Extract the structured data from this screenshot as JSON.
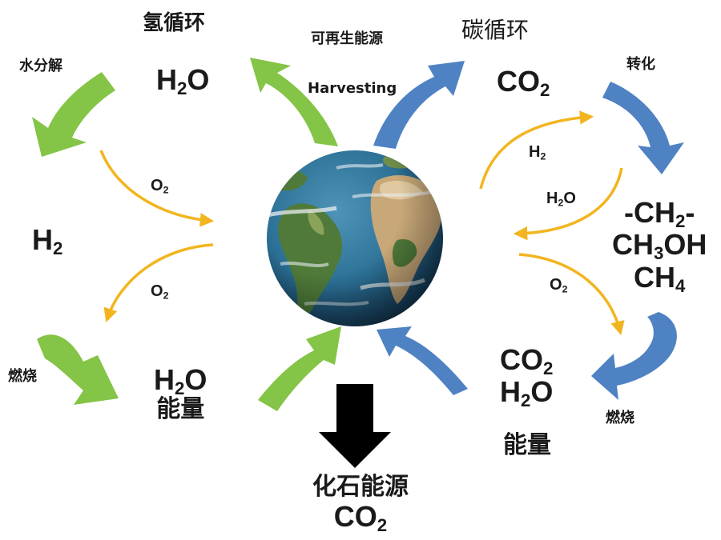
{
  "colors": {
    "hydrogen_arrow": "#84c446",
    "carbon_arrow": "#4f82c3",
    "oxygen_arrow": "#f2b51f",
    "fossil_arrow": "#000000",
    "ocean": "#2b6f95",
    "land": "#4f7a3a",
    "desert": "#c8a878",
    "cloud": "#e9eef0"
  },
  "hydrogen_cycle": {
    "title": "氢循环",
    "top_water": {
      "base": "H",
      "sub": "2",
      "tail": "O"
    },
    "split_label": "水分解",
    "o2_upper": {
      "base": "O",
      "sub": "2"
    },
    "hydrogen": {
      "base": "H",
      "sub": "2"
    },
    "o2_lower": {
      "base": "O",
      "sub": "2"
    },
    "burn_label": "燃烧",
    "bottom_water": {
      "base": "H",
      "sub": "2",
      "tail": "O"
    },
    "bottom_energy": "能量"
  },
  "center": {
    "renewable_label": "可再生能源",
    "harvesting_label": "Harvesting",
    "fossil_label": "化石能源",
    "fossil_co2": {
      "base": "CO",
      "sub": "2"
    }
  },
  "carbon_cycle": {
    "title": "碳循环",
    "top_co2": {
      "base": "CO",
      "sub": "2"
    },
    "convert_label": "转化",
    "h2_in": {
      "base": "H",
      "sub": "2"
    },
    "h2o_out": {
      "base": "H",
      "sub": "2",
      "tail": "O"
    },
    "fuel_1": {
      "pre": "-CH",
      "sub": "2",
      "tail": "-"
    },
    "fuel_2": {
      "base": "CH",
      "sub": "3",
      "tail": "OH"
    },
    "fuel_3": {
      "base": "CH",
      "sub": "4"
    },
    "o2_in": {
      "base": "O",
      "sub": "2"
    },
    "burn_label": "燃烧",
    "bottom_co2": {
      "base": "CO",
      "sub": "2"
    },
    "bottom_h2o": {
      "base": "H",
      "sub": "2",
      "tail": "O"
    },
    "bottom_energy": "能量"
  }
}
